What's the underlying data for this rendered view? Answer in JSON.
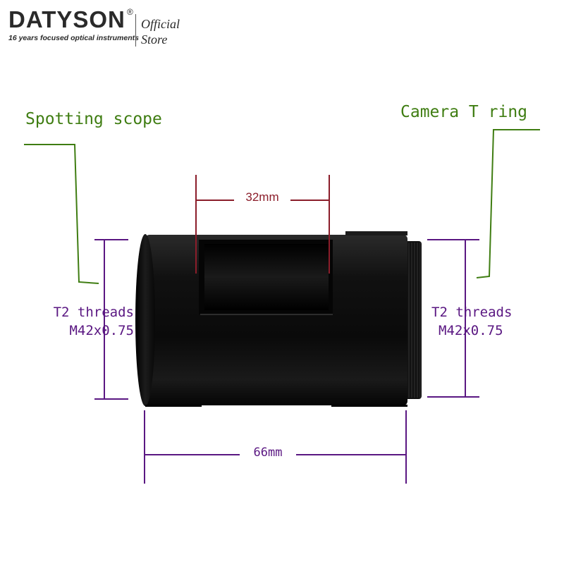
{
  "brand": {
    "name": "DATYSON",
    "registered": "®",
    "tagline": "16 years focused optical instruments",
    "official": "Official",
    "store": "Store"
  },
  "labels": {
    "spotting_scope": "Spotting scope",
    "camera_t_ring": "Camera T ring",
    "thread_left_line1": "T2 threads",
    "thread_left_line2": "M42x0.75",
    "thread_right_line1": "T2 threads",
    "thread_right_line2": "M42x0.75",
    "width_32": "32mm",
    "length_66": "66mm"
  },
  "colors": {
    "green": "#3f7d12",
    "purple": "#5a1782",
    "red": "#8b1d2a",
    "body": "#151515"
  }
}
